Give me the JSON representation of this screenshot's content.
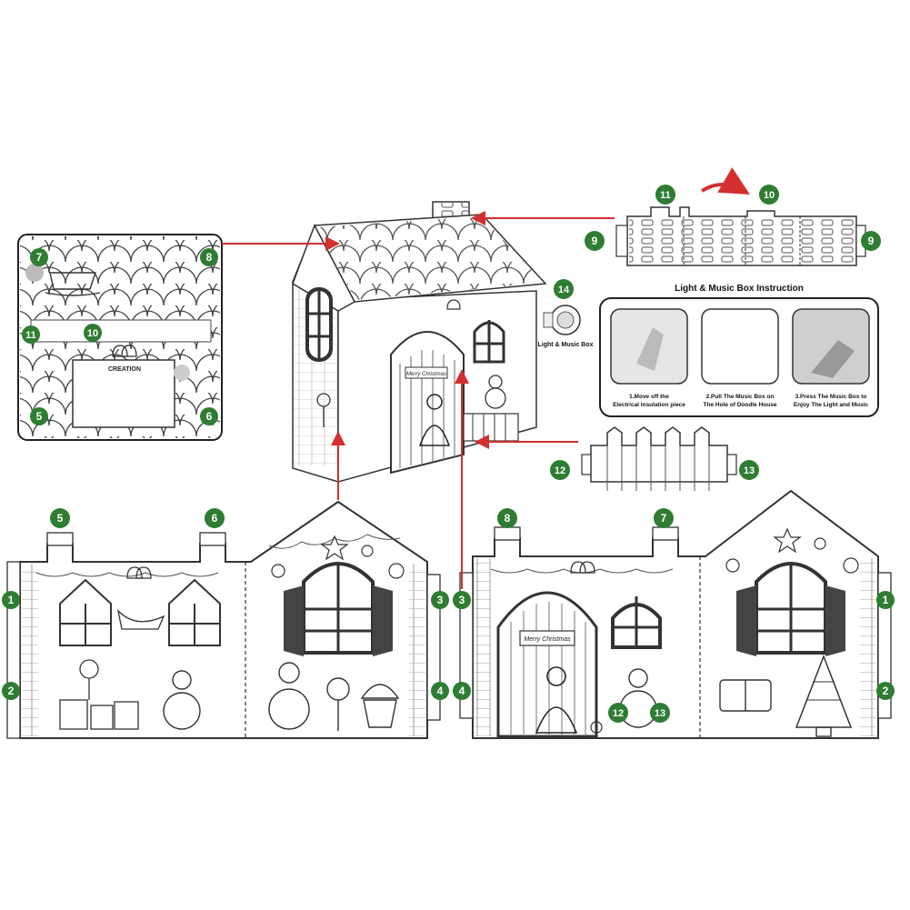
{
  "colors": {
    "badge": "#2e7d32",
    "arrow": "#d32f2f",
    "line": "#222222"
  },
  "icons": [
    "santa-icon",
    "snowman-icon",
    "christmas-tree-icon",
    "lollipop-icon",
    "cupcake-icon",
    "bell-icon",
    "star-icon",
    "ornament-icon",
    "gift-icon",
    "sleigh-icon",
    "candy-icon",
    "speaker-icon"
  ],
  "roof_panel": {
    "creation_label": "CREATION",
    "badges": [
      "7",
      "8",
      "11",
      "10",
      "5",
      "6"
    ]
  },
  "chimney": {
    "badges": [
      "11",
      "10",
      "9",
      "9"
    ]
  },
  "music_box": {
    "badge": "14",
    "label": "Light & Music Box"
  },
  "instructions": {
    "title": "Light & Music Box Instruction",
    "steps": [
      "1.Move off the Electrical Insulation piece",
      "2.Pull The Music Box on The Hole of Doodle House",
      "3.Press The Music Box to Enjoy The Light and Music"
    ]
  },
  "fence": {
    "badges": [
      "12",
      "13"
    ]
  },
  "house_sign": "Merry Christmas",
  "left_wall": {
    "badges": [
      "5",
      "6",
      "1",
      "2",
      "3",
      "4"
    ]
  },
  "right_wall": {
    "badges": [
      "8",
      "7",
      "3",
      "4",
      "1",
      "2",
      "12",
      "13"
    ]
  }
}
